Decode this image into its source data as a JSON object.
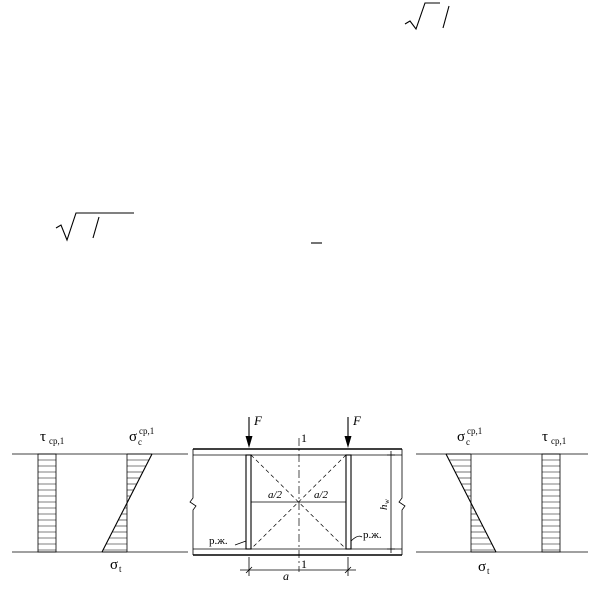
{
  "diagram": {
    "left_tau_label": "τ",
    "left_tau_sub": "ср,1",
    "left_sigma_c_label": "σ",
    "left_sigma_c_sub": "c",
    "left_sigma_c_sup": "ср,1",
    "left_sigma_t_label": "σ",
    "left_sigma_t_sub": "t",
    "right_tau_label": "τ",
    "right_tau_sub": "ср,1",
    "right_sigma_c_label": "σ",
    "right_sigma_c_sub": "c",
    "right_sigma_c_sup": "ср,1",
    "right_sigma_t_label": "σ",
    "right_sigma_t_sub": "t",
    "force_left": "F",
    "force_right": "F",
    "section_top": "1",
    "section_bottom": "1",
    "half_panel_left": "a/2",
    "half_panel_right": "a/2",
    "web_height": "h",
    "web_height_sub": "w",
    "stiffener_left": "р.ж.",
    "stiffener_right": "р.ж.",
    "panel_width": "a"
  }
}
